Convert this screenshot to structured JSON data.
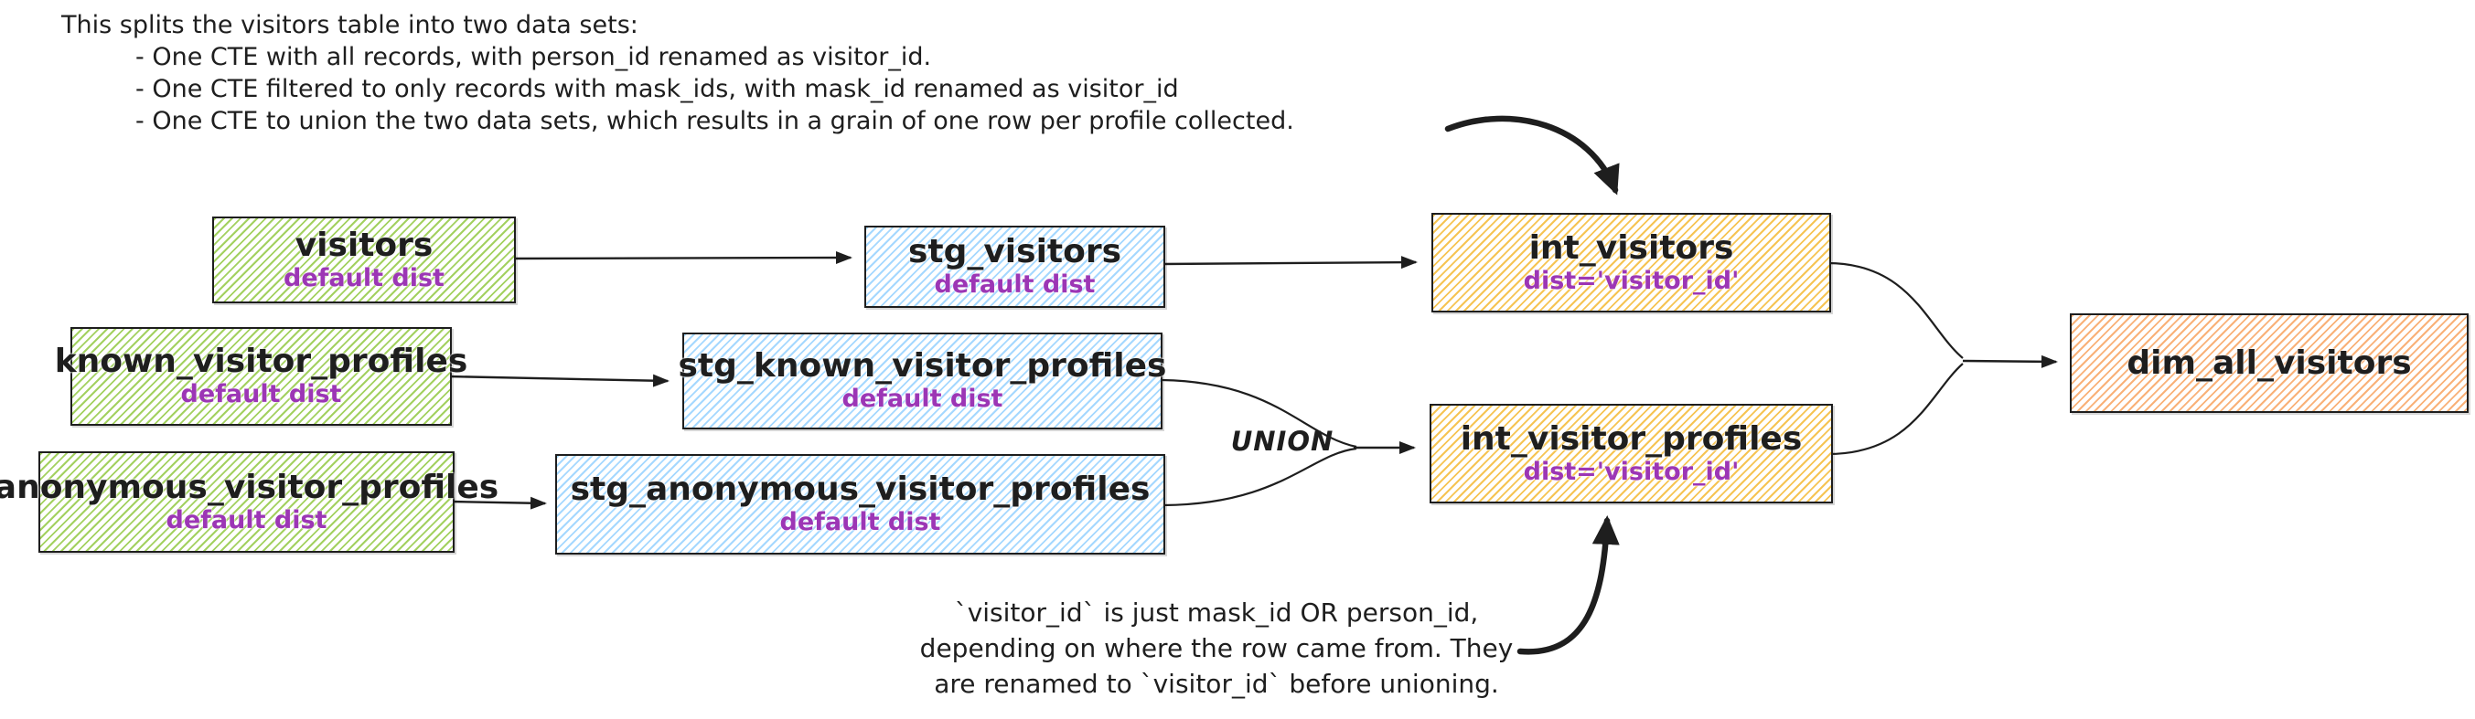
{
  "diagram": {
    "top_note": {
      "title": "This splits the visitors table into two data sets:",
      "bullets": [
        "- One CTE with all records, with person_id renamed as visitor_id.",
        "- One CTE filtered to only records with mask_ids, with mask_id renamed as visitor_id",
        "- One CTE to union the two data sets, which results in a grain of one row per profile collected."
      ]
    },
    "bottom_note": {
      "lines": [
        "`visitor_id` is just mask_id OR person_id,",
        "depending on where the row came from. They",
        "are renamed to `visitor_id` before unioning."
      ]
    },
    "union_label": "UNION",
    "nodes": [
      {
        "id": "visitors",
        "title": "visitors",
        "subtitle": "default dist"
      },
      {
        "id": "known_visitor_profiles",
        "title": "known_visitor_profiles",
        "subtitle": "default dist"
      },
      {
        "id": "anonymous_visitor_profiles",
        "title": "anonymous_visitor_profiles",
        "subtitle": "default dist"
      },
      {
        "id": "stg_visitors",
        "title": "stg_visitors",
        "subtitle": "default dist"
      },
      {
        "id": "stg_known_visitor_profiles",
        "title": "stg_known_visitor_profiles",
        "subtitle": "default dist"
      },
      {
        "id": "stg_anonymous_visitor_profiles",
        "title": "stg_anonymous_visitor_profiles",
        "subtitle": "default dist"
      },
      {
        "id": "int_visitors",
        "title": "int_visitors",
        "subtitle": "dist='visitor_id'"
      },
      {
        "id": "int_visitor_profiles",
        "title": "int_visitor_profiles",
        "subtitle": "dist='visitor_id'"
      },
      {
        "id": "dim_all_visitors",
        "title": "dim_all_visitors",
        "subtitle": ""
      }
    ]
  },
  "colors": {
    "stroke": "#1e1e1e",
    "title-text": "#1e1e1e",
    "purple-text": "#9c36b5",
    "green-hatch": "#a3d160",
    "blue-hatch": "#a5d8ff",
    "yellow-hatch": "#f6c453",
    "orange-hatch": "#f9b178"
  }
}
